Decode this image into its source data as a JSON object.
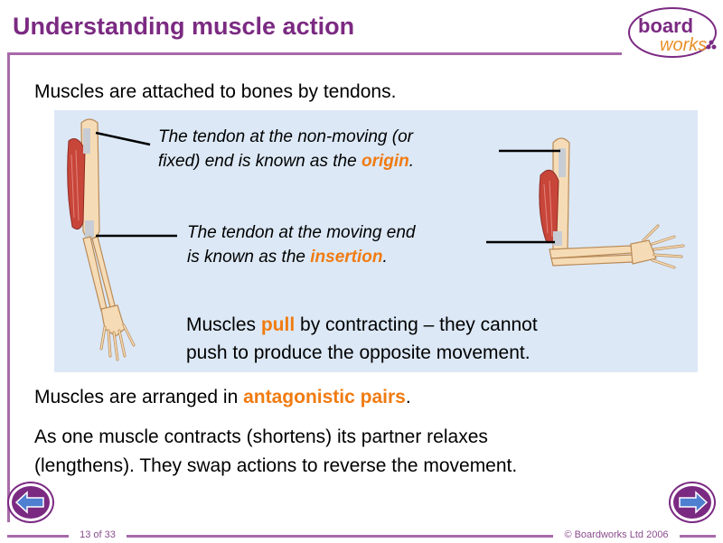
{
  "slide": {
    "title": "Understanding muscle action",
    "intro": "Muscles are attached to bones by tendons.",
    "origin": {
      "line1": "The tendon at the non-moving (or",
      "line2_prefix": "fixed) end is known as the ",
      "line2_highlight": "origin",
      "line2_suffix": "."
    },
    "insertion": {
      "line1": "The tendon at the moving end",
      "line2_prefix": "is known as the ",
      "line2_highlight": "insertion",
      "line2_suffix": "."
    },
    "pull": {
      "prefix": "Muscles ",
      "highlight": "pull",
      "line1_suffix": " by contracting – they cannot",
      "line2": "push to produce the opposite movement."
    },
    "pairs": {
      "prefix": "Muscles are arranged in ",
      "highlight": "antagonistic pairs",
      "suffix": "."
    },
    "contracts_line1": "As one muscle contracts (shortens) its partner relaxes",
    "contracts_line2": "(lengthens). They swap actions to reverse the movement."
  },
  "logo": {
    "line1": "board",
    "line2": "works"
  },
  "footer": {
    "page": "13 of 33",
    "copyright": "© Boardworks Ltd 2006"
  },
  "colors": {
    "purple": "#7b2a82",
    "highlight_orange": "#f07b11",
    "panel_blue": "#dce8f6",
    "muscle_red": "#c8453a",
    "bone": "#f6dcb6"
  },
  "icons": {
    "prev": "back-arrow-icon",
    "next": "forward-arrow-icon"
  }
}
